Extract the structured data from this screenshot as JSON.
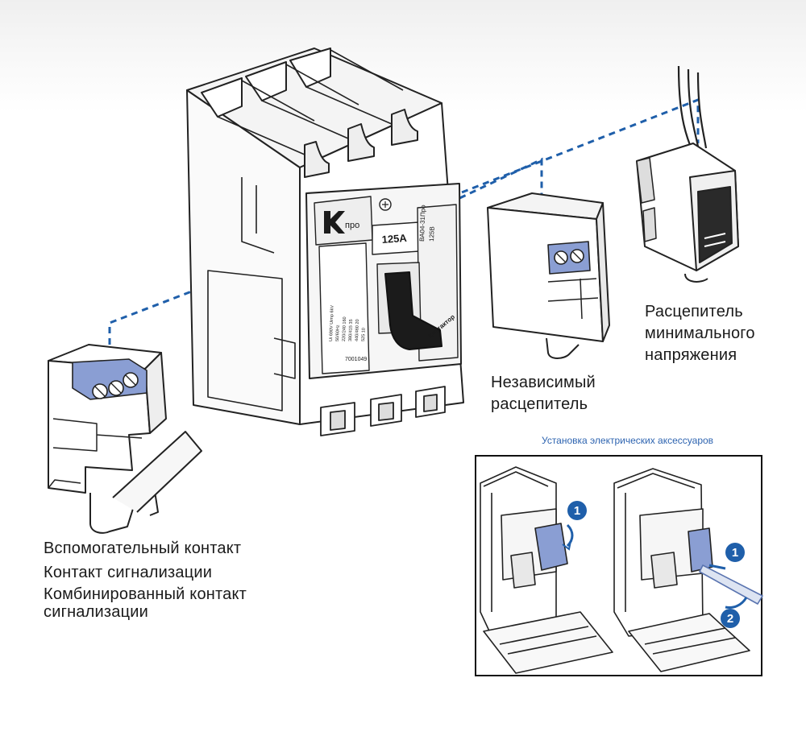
{
  "colors": {
    "outline": "#222222",
    "body_fill": "#ffffff",
    "shade": "#e7e7e7",
    "accent_blue": "#7f93c9",
    "dash_blue": "#1f5faa",
    "title_blue": "#2e64b0",
    "handle": "#1b1b1b"
  },
  "breaker": {
    "brand": "про",
    "rating": "125A",
    "model": "ВА04-31Про",
    "model_sub": "125В",
    "label_brand": "Кэнтактор",
    "serial": "7001049",
    "spec_lines": [
      "Ui 690V  Uimp 6kV",
      "50/60Hz",
      "220/240 160",
      "380/415 35",
      "440/460 20",
      "525 10"
    ]
  },
  "labels": {
    "independent_release": [
      "Независимый",
      "расцепитель"
    ],
    "undervoltage_release": [
      "Расцепитель",
      "минимального",
      "напряжения"
    ],
    "aux_contacts": [
      "Вспомогательный контакт",
      "Контакт  сигнализации",
      "Комбинированный контакт",
      "сигнализации"
    ]
  },
  "install": {
    "title": "Установка электрических аксессуаров",
    "step_markers": [
      "1",
      "1",
      "2"
    ]
  },
  "icons": [
    "screw-terminal-icon",
    "step-badge-icon",
    "rotate-arrow-icon"
  ]
}
